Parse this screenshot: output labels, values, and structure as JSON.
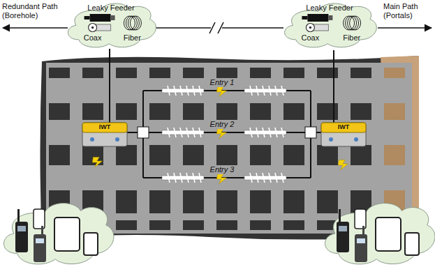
{
  "diagram": {
    "nodes": [
      {
        "text": [
          "Leaky Feeder",
          "Coax",
          "Fiber"
        ]
      },
      {
        "text": [
          "Leaky Feeder",
          "Coax",
          "Fiber"
        ]
      }
    ],
    "edges": [
      {
        "from": 0,
        "to": 1,
        "arrow": "none"
      }
    ],
    "labels": [
      "Redundant Path (Borehole)",
      "Main Path (Portals)",
      "Entry 1",
      "Entry 2",
      "Entry 3",
      "IWT",
      "IWT"
    ]
  }
}
